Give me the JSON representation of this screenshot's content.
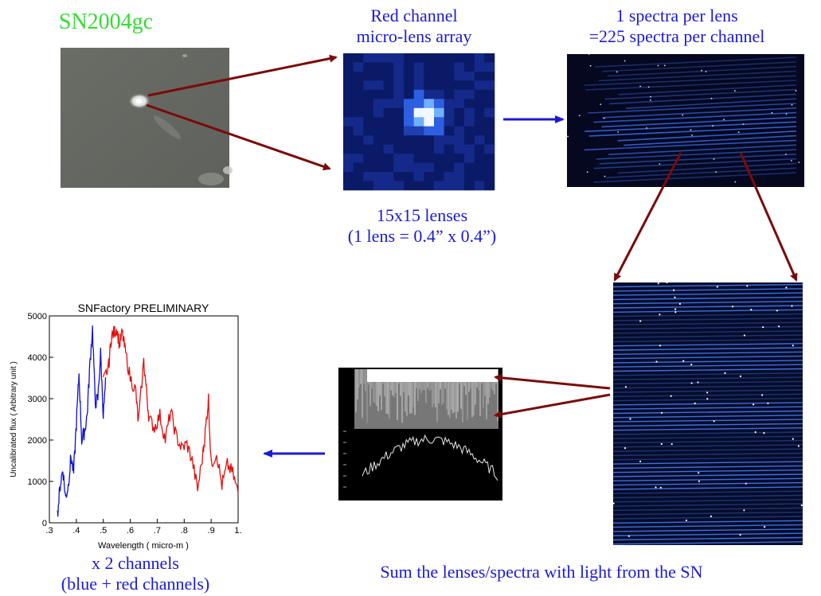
{
  "labels": {
    "sn_name": "SN2004gc",
    "red_channel_line1": "Red channel",
    "red_channel_line2": "micro-lens array",
    "spectra_line1": "1 spectra per lens",
    "spectra_line2": "=225 spectra per channel",
    "lenses_line1": "15x15 lenses",
    "lenses_line2": "(1 lens = 0.4” x 0.4”)",
    "channels_line1": "x 2 channels",
    "channels_line2": "(blue + red channels)",
    "sum_text": "Sum the lenses/spectra with light from the SN"
  },
  "colors": {
    "label_blue": "#1a1ad6",
    "sn_green": "#33dd33",
    "arrow_dark_red": "#7a0a0a",
    "arrow_blue": "#1a1ad6"
  },
  "chart_data": {
    "type": "line",
    "title": "SNFactory PRELIMINARY",
    "xlabel": "Wavelength ( micro-m )",
    "ylabel": "Uncalibrated flux ( Arbitrary unit )",
    "xlim": [
      0.3,
      1.0
    ],
    "ylim": [
      0,
      5000
    ],
    "xticks": [
      ".3",
      ".4",
      ".5",
      ".6",
      ".7",
      ".8",
      ".9",
      "1."
    ],
    "yticks": [
      "0",
      "1000",
      "2000",
      "3000",
      "4000",
      "5000"
    ],
    "series": [
      {
        "color": "#1010d0",
        "x": [
          0.33,
          0.34,
          0.35,
          0.36,
          0.37,
          0.38,
          0.39,
          0.4,
          0.41,
          0.42,
          0.43,
          0.44,
          0.45,
          0.46,
          0.47,
          0.48,
          0.49,
          0.5,
          0.51
        ],
        "y": [
          200,
          900,
          1300,
          600,
          900,
          1600,
          1200,
          2400,
          3600,
          2000,
          2200,
          2600,
          3800,
          4700,
          2900,
          3000,
          4100,
          2600,
          3500
        ]
      },
      {
        "color": "#e01010",
        "x": [
          0.5,
          0.52,
          0.53,
          0.54,
          0.55,
          0.56,
          0.57,
          0.58,
          0.6,
          0.62,
          0.63,
          0.65,
          0.66,
          0.67,
          0.69,
          0.71,
          0.73,
          0.75,
          0.77,
          0.79,
          0.81,
          0.83,
          0.85,
          0.87,
          0.88,
          0.89,
          0.9,
          0.92,
          0.94,
          0.96,
          0.98,
          1.0
        ],
        "y": [
          3400,
          3800,
          4500,
          4600,
          4700,
          4300,
          4600,
          4200,
          3500,
          3200,
          2400,
          3900,
          3200,
          2500,
          2300,
          2600,
          2000,
          2700,
          2100,
          1800,
          1900,
          1500,
          800,
          1700,
          2300,
          3000,
          1400,
          1700,
          900,
          1400,
          1200,
          700
        ]
      }
    ]
  }
}
